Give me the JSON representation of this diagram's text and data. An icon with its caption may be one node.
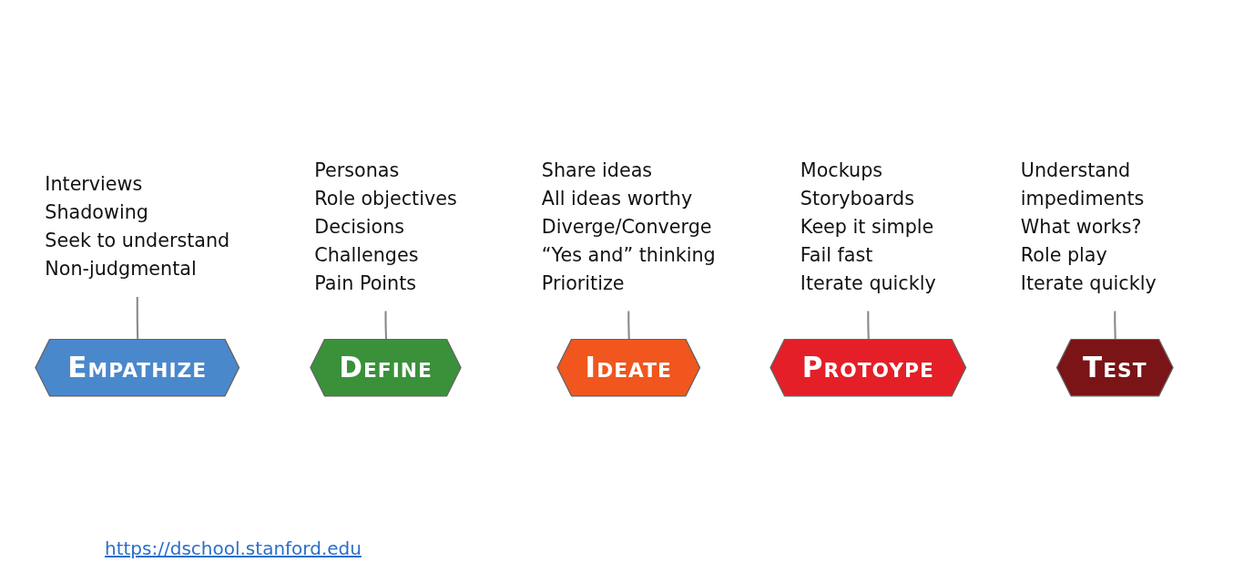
{
  "diagram": {
    "nodes": [
      {
        "text": [
          "Empathize"
        ]
      },
      {
        "text": [
          "Interviews",
          "Shadowing",
          "Seek to understand",
          "Non-judgmental"
        ]
      },
      {
        "text": [
          "Define"
        ]
      },
      {
        "text": [
          "Personas",
          "Role objectives",
          "Decisions",
          "Challenges",
          "Pain Points"
        ]
      },
      {
        "text": [
          "Ideate"
        ]
      },
      {
        "text": [
          "Share ideas",
          "All ideas worthy",
          "Diverge/Converge",
          "“Yes and” thinking",
          "Prioritize"
        ]
      },
      {
        "text": [
          "Protoype"
        ]
      },
      {
        "text": [
          "Mockups",
          "Storyboards",
          "Keep it simple",
          "Fail fast",
          "Iterate quickly"
        ]
      },
      {
        "text": [
          "Test"
        ]
      },
      {
        "text": [
          "Understand impediments",
          "What works?",
          "Role play",
          "Iterate quickly"
        ]
      }
    ],
    "edges": [
      {
        "from": 1,
        "to": 0,
        "arrow": "none"
      },
      {
        "from": 3,
        "to": 2,
        "arrow": "none"
      },
      {
        "from": 5,
        "to": 4,
        "arrow": "none"
      },
      {
        "from": 7,
        "to": 6,
        "arrow": "none"
      },
      {
        "from": 9,
        "to": 8,
        "arrow": "none"
      }
    ],
    "labels": [
      "https://dschool.stanford.edu"
    ]
  }
}
